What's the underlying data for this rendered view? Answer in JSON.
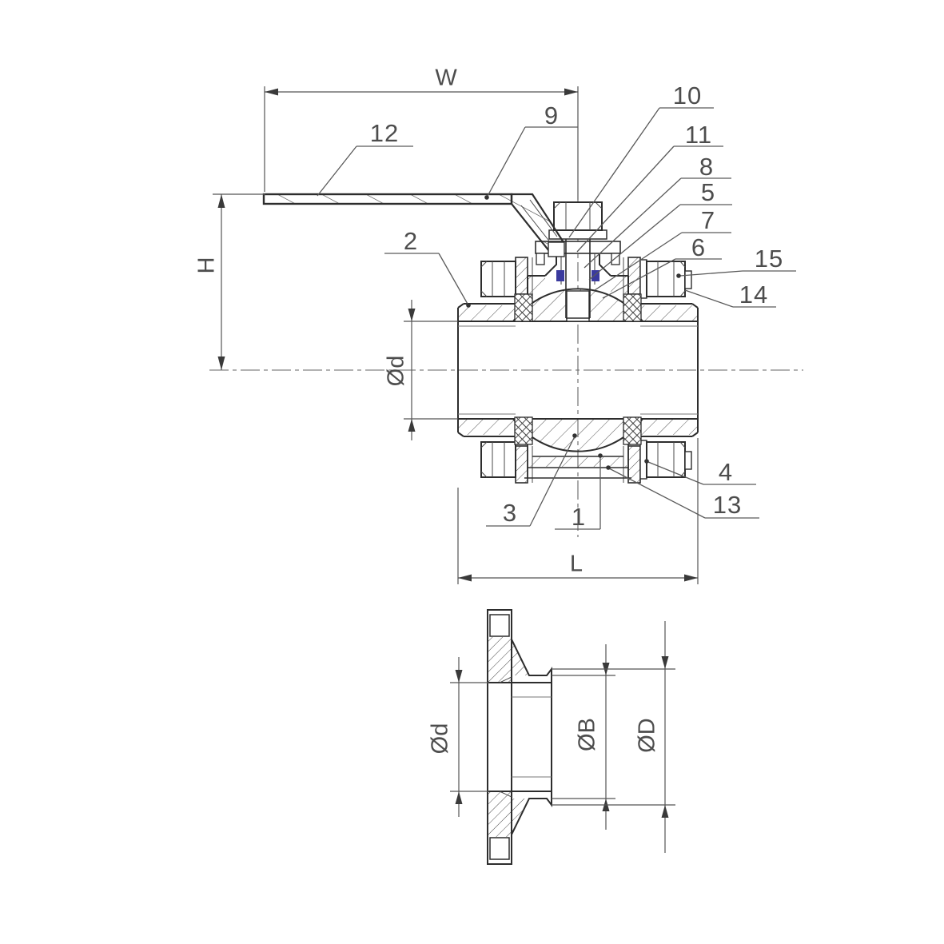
{
  "drawing": {
    "background_color": "#ffffff",
    "line_color": "#2d2d2d",
    "thin_line_color": "#4a4a4a",
    "seal_accent_color": "#3a3a9e",
    "label_color": "#4d4d4d"
  },
  "dimensions": {
    "handle_width": "W",
    "height": "H",
    "length": "L",
    "bore_main": "Ød",
    "bore_flange": "Ød",
    "body_diameter": "ØB",
    "flange_diameter": "ØD"
  },
  "parts": {
    "p1": "1",
    "p2": "2",
    "p3": "3",
    "p4": "4",
    "p5": "5",
    "p6": "6",
    "p7": "7",
    "p8": "8",
    "p9": "9",
    "p10": "10",
    "p11": "11",
    "p12": "12",
    "p13": "13",
    "p14": "14",
    "p15": "15"
  }
}
